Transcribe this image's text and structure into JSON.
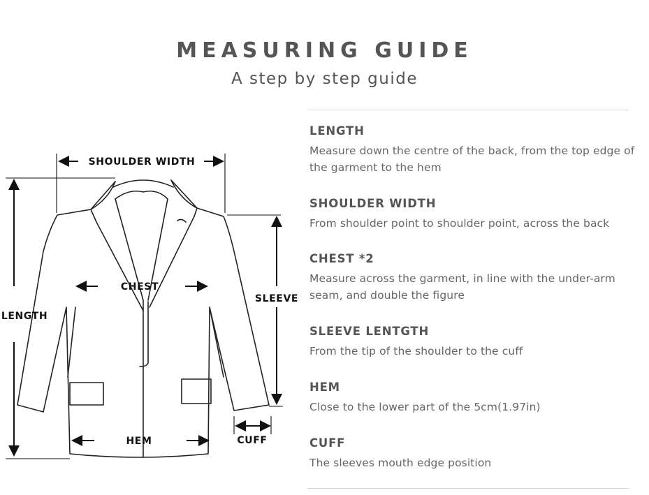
{
  "header": {
    "title": "MEASURING GUIDE",
    "subtitle": "A step by step guide"
  },
  "diagram": {
    "labels": {
      "shoulder_width": "SHOULDER WIDTH",
      "chest": "CHEST",
      "sleeve": "SLEEVE",
      "length": "LENGTH",
      "hem": "HEM",
      "cuff": "CUFF"
    }
  },
  "sections": [
    {
      "title": "LENGTH",
      "text": "Measure down the centre of the back, from the top edge of the garment to the hem"
    },
    {
      "title": "SHOULDER WIDTH",
      "text": "From shoulder point to shoulder point, across the back"
    },
    {
      "title": "CHEST *2",
      "text": "Measure across the garment, in line with the under-arm seam, and double the figure"
    },
    {
      "title": "SLEEVE LENTGTH",
      "text": "From the tip of the shoulder to the cuff"
    },
    {
      "title": "HEM",
      "text": "Close to the lower part of the 5cm(1.97in)"
    },
    {
      "title": "CUFF",
      "text": "The sleeves mouth edge position"
    }
  ]
}
